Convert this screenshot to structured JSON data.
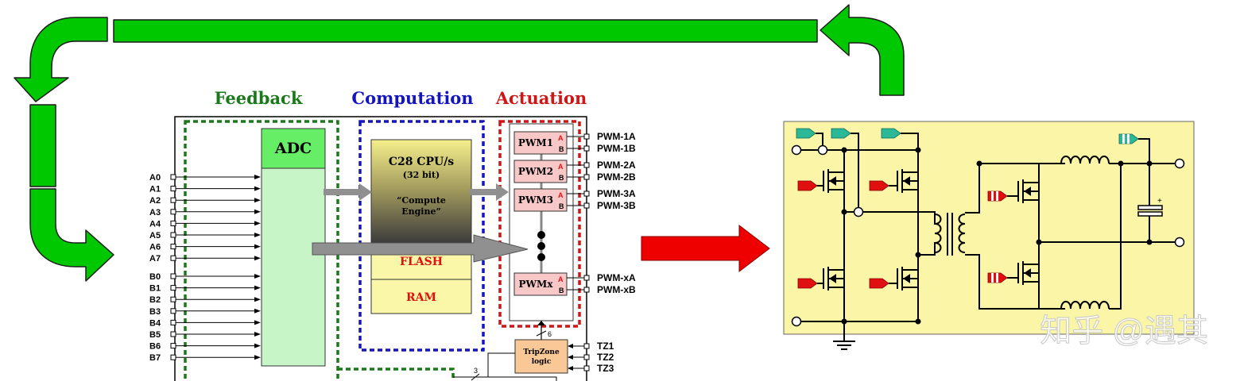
{
  "sections": {
    "feedback": "Feedback",
    "computation": "Computation",
    "actuation": "Actuation"
  },
  "adc": {
    "label": "ADC"
  },
  "cpu": {
    "line1": "C28 CPU/s",
    "line2": "(32 bit)",
    "line3": "“Compute",
    "line4": "Engine”"
  },
  "memory": {
    "flash": "FLASH",
    "ram": "RAM"
  },
  "inputs_a": [
    "A0",
    "A1",
    "A2",
    "A3",
    "A4",
    "A5",
    "A6",
    "A7"
  ],
  "inputs_b": [
    "B0",
    "B1",
    "B2",
    "B3",
    "B4",
    "B5",
    "B6",
    "B7"
  ],
  "pwm_modules": [
    {
      "label": "PWM1",
      "a": "A",
      "b": "B",
      "out_a": "PWM-1A",
      "out_b": "PWM-1B"
    },
    {
      "label": "PWM2",
      "a": "A",
      "b": "B",
      "out_a": "PWM-2A",
      "out_b": "PWM-2B"
    },
    {
      "label": "PWM3",
      "a": "A",
      "b": "B",
      "out_a": "PWM-3A",
      "out_b": "PWM-3B"
    },
    {
      "label": "PWMx",
      "a": "A",
      "b": "B",
      "out_a": "PWM-xA",
      "out_b": "PWM-xB"
    }
  ],
  "tripzone": {
    "line1": "TripZone",
    "line2": "logic",
    "inputs": [
      "TZ1",
      "TZ2",
      "TZ3"
    ],
    "bus6": "6",
    "bus3": "3"
  },
  "watermark": "知乎 @遇其",
  "colors": {
    "loop_arrow": "#00c800",
    "feedback_border": "#1a7a1a",
    "computation_border": "#1515c0",
    "actuation_border": "#d01515",
    "adc_fill": "#c8f5c8",
    "adc_header": "#66ee66",
    "cpu_gradient_top": "#f5f08c",
    "cpu_gradient_bottom": "#3c3c3c",
    "memory_fill": "#fbf7a8",
    "pwm_fill": "#f8c8c8",
    "tripzone_fill": "#f9c896",
    "power_stage_bg": "#fbf5a8",
    "drive_arrow": "#ee0000",
    "gate_red": "#e01010",
    "sense_teal": "#2bb896"
  }
}
